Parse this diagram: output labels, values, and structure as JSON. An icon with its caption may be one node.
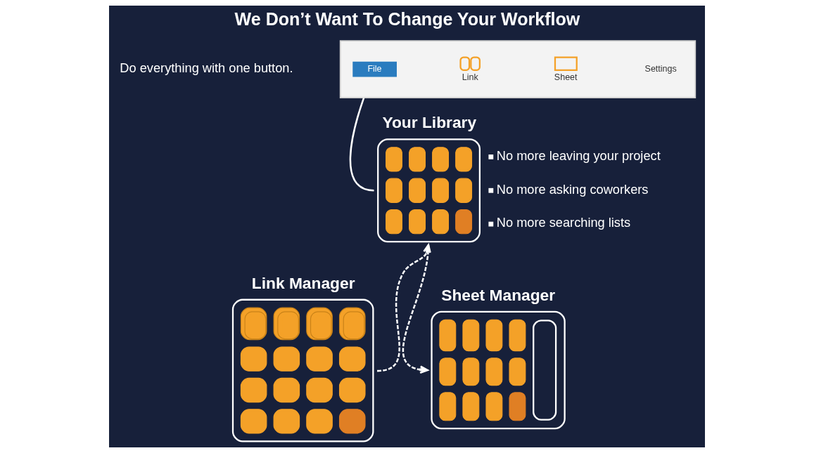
{
  "diagram": {
    "title": "We Don’t Want To Change Your Workflow",
    "nodes": [
      {
        "text": [],
        "shape": "box"
      },
      {
        "text": [
          "File"
        ],
        "in": 0
      },
      {
        "text": [
          "Link"
        ],
        "in": 0
      },
      {
        "text": [
          "Sheet"
        ],
        "in": 0
      },
      {
        "text": [
          "Settings"
        ],
        "in": 0
      },
      {
        "text": [
          "Your Library"
        ],
        "beside": [
          "No more leaving your project",
          "No more asking coworkers",
          "No more searching lists"
        ]
      },
      {
        "text": [
          "Link Manager"
        ]
      },
      {
        "text": [
          "Sheet Manager"
        ]
      }
    ],
    "edges": [
      {
        "from": 0,
        "to": 5,
        "arrow": "none"
      },
      {
        "from": 6,
        "to": 5,
        "arrow": "to",
        "style": "dashed"
      },
      {
        "from": 5,
        "to": 7,
        "arrow": "to",
        "style": "dashed"
      }
    ],
    "labels": [
      "Do everything with one button."
    ]
  }
}
